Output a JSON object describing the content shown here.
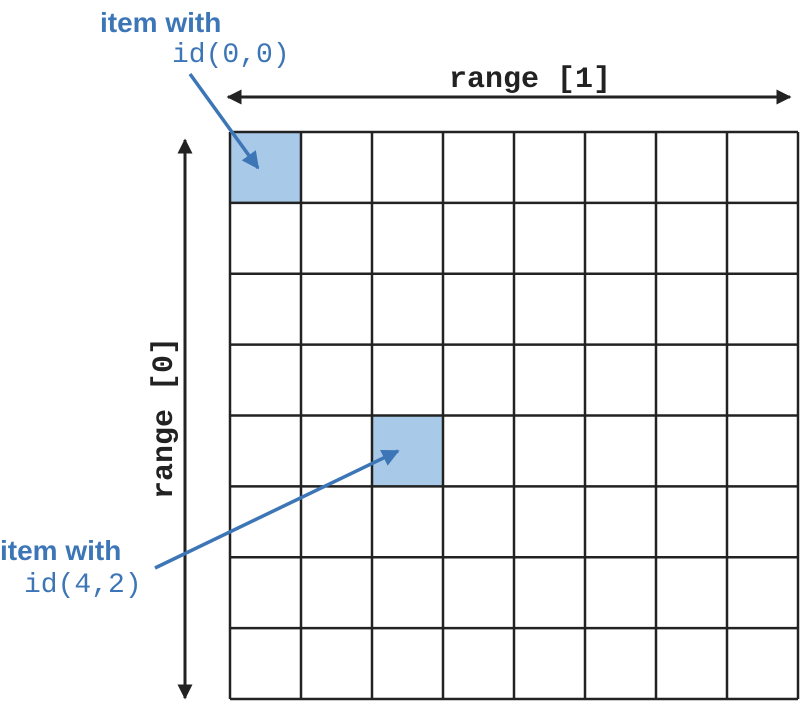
{
  "diagram": {
    "grid": {
      "rows": 8,
      "cols": 8,
      "highlighted_cells": [
        [
          0,
          0
        ],
        [
          4,
          2
        ]
      ]
    },
    "axis_range_1": {
      "label": "range [1]"
    },
    "axis_range_0": {
      "label": "range [0]"
    },
    "callout_top": {
      "line1": "item with",
      "line2": "id(0,0)"
    },
    "callout_bottom": {
      "line1": "item with",
      "line2": "id(4,2)"
    },
    "colors": {
      "highlight_fill": "#a9c9e8",
      "grid_line": "#222222",
      "accent_text": "#3d76b6",
      "axis_text": "#222222"
    }
  }
}
